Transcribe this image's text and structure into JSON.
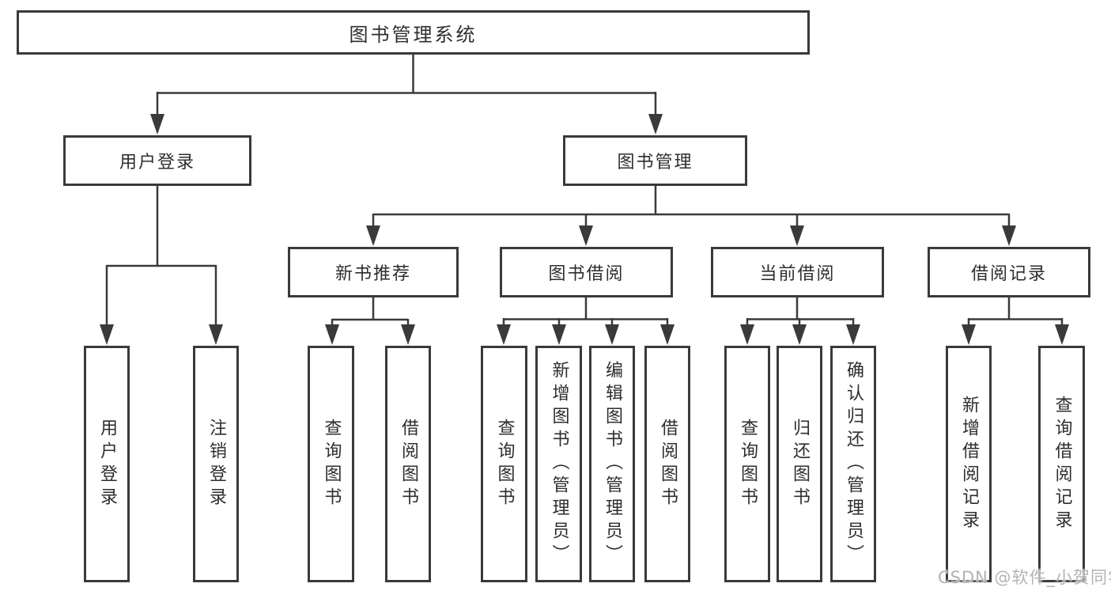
{
  "title": "图书管理系统",
  "tree": {
    "label": "图书管理系统",
    "children": [
      {
        "label": "用户登录",
        "children": [
          {
            "label": "用户登录"
          },
          {
            "label": "注销登录"
          }
        ]
      },
      {
        "label": "图书管理",
        "children": [
          {
            "label": "新书推荐",
            "children": [
              {
                "label": "查询图书"
              },
              {
                "label": "借阅图书"
              }
            ]
          },
          {
            "label": "图书借阅",
            "children": [
              {
                "label": "查询图书"
              },
              {
                "label": "新增图书（管理员）"
              },
              {
                "label": "编辑图书（管理员）"
              },
              {
                "label": "借阅图书"
              }
            ]
          },
          {
            "label": "当前借阅",
            "children": [
              {
                "label": "查询图书"
              },
              {
                "label": "归还图书"
              },
              {
                "label": "确认归还（管理员）"
              }
            ]
          },
          {
            "label": "借阅记录",
            "children": [
              {
                "label": "新增借阅记录"
              },
              {
                "label": "查询借阅记录"
              }
            ]
          }
        ]
      }
    ]
  },
  "watermark": {
    "text": "CSDN @软件_小贺同学"
  },
  "colors": {
    "line": "#3a3a3a",
    "box_border": "#3a3a3a",
    "text": "#2e2e2e",
    "background": "#ffffff",
    "watermark": "#b3b3b3"
  }
}
